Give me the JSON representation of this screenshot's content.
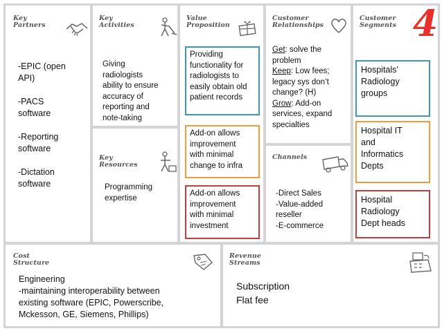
{
  "panels": {
    "key_partners": {
      "title": [
        "Key",
        "Partners"
      ]
    },
    "key_activities": {
      "title": [
        "Key",
        "Activities"
      ]
    },
    "value_proposition": {
      "title": [
        "Value",
        "Proposition"
      ]
    },
    "customer_relationships": {
      "title": [
        "Customer",
        "Relationships"
      ]
    },
    "customer_segments": {
      "title": [
        "Customer",
        "Segments"
      ]
    },
    "key_resources": {
      "title": [
        "Key",
        "Resources"
      ]
    },
    "channels": {
      "title": [
        "Channels"
      ]
    },
    "cost_structure": {
      "title": [
        "Cost",
        "Structure"
      ]
    },
    "revenue_streams": {
      "title": [
        "Revenue",
        "Streams"
      ]
    }
  },
  "slide_number": "4",
  "key_partners": [
    "-EPIC (open",
    "API)",
    "-PACS",
    "software",
    "-Reporting",
    "software",
    "-Dictation",
    "software"
  ],
  "key_activities": [
    "Giving",
    "radiologists",
    "ability to ensure",
    "accuracy of",
    "reporting and",
    "note-taking"
  ],
  "key_resources": [
    "Programming",
    "expertise"
  ],
  "value_proposition": {
    "box1": [
      "Providing",
      "functionality for",
      "radiologists to",
      "easily obtain old",
      "patient records"
    ],
    "box2": [
      "Add-on allows",
      "improvement",
      "with minimal",
      "change to infra"
    ],
    "box3": [
      "Add-on allows",
      "improvement",
      "with minimal",
      "investment"
    ]
  },
  "customer_relationships": {
    "get_label": "Get",
    "get_text": ": solve the",
    "get_cont": "problem",
    "keep_label": "Keep",
    "keep_text": ": Low fees;",
    "keep_cont1": "legacy sys don’t",
    "keep_cont2": "change? (H)",
    "grow_label": "Grow",
    "grow_text": ": Add-on",
    "grow_cont1": "services, expand",
    "grow_cont2": "specialties"
  },
  "channels": [
    "-Direct Sales",
    "-Value-added",
    "reseller",
    "-E-commerce"
  ],
  "customer_segments": {
    "seg1": [
      "Hospitals’",
      "Radiology",
      "groups"
    ],
    "seg2": [
      "Hospital IT",
      "and",
      "Informatics",
      "Depts"
    ],
    "seg3": [
      "Hospital",
      "Radiology",
      "Dept heads"
    ]
  },
  "cost_structure": [
    "Engineering",
    "-maintaining interoperability between",
    "existing software (EPIC, Powerscribe,",
    "Mckesson, GE, Siemens, Phillips)"
  ],
  "revenue_streams": [
    "Subscription",
    "Flat fee"
  ],
  "colors": {
    "blue": "#3f93c4",
    "orange": "#f39a3a",
    "red": "#c33e3a",
    "panel_border": "#d4d4d4",
    "accent_number": "#e8312b"
  }
}
